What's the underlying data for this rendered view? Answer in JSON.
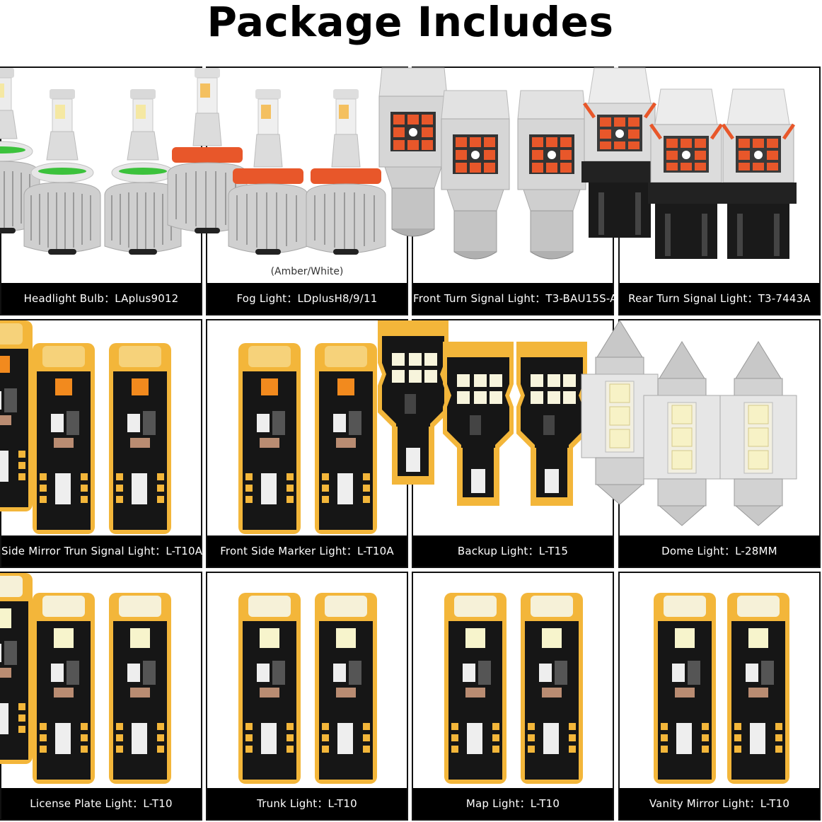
{
  "page": {
    "title": "Package Includes"
  },
  "products": [
    {
      "kind": "headlight",
      "caption": "Headlight Bulb：LAplus9012",
      "accent": "#3cc23c"
    },
    {
      "kind": "fog",
      "caption": "Fog Light：LDplusH8/9/11",
      "note": "(Amber/White)",
      "accent": "#e8572a"
    },
    {
      "kind": "turn-front",
      "caption": "Front Turn Signal Light：T3-BAU15S-A",
      "accent": "#e8572a"
    },
    {
      "kind": "turn-rear",
      "caption": "Rear Turn Signal Light：T3-7443A",
      "accent": "#e8572a"
    },
    {
      "kind": "t10-amber",
      "caption": "Side Mirror Trun Signal Light：L-T10A",
      "accent": "#f28a1e"
    },
    {
      "kind": "t10-amber",
      "caption": "Front Side Marker Light：L-T10A",
      "accent": "#f28a1e"
    },
    {
      "kind": "t15",
      "caption": "Backup Light：L-T15",
      "accent": "#f3b63a"
    },
    {
      "kind": "festoon",
      "caption": "Dome Light：L-28MM",
      "accent": "#f4f0d8"
    },
    {
      "kind": "t10-white",
      "caption": "License Plate Light：L-T10",
      "accent": "#f6f2d0"
    },
    {
      "kind": "t10-white",
      "caption": "Trunk Light：L-T10",
      "accent": "#f6f2d0"
    },
    {
      "kind": "t10-white",
      "caption": "Map Light：L-T10",
      "accent": "#f6f2d0"
    },
    {
      "kind": "t10-white",
      "caption": "Vanity Mirror Light：L-T10",
      "accent": "#f6f2d0"
    }
  ]
}
